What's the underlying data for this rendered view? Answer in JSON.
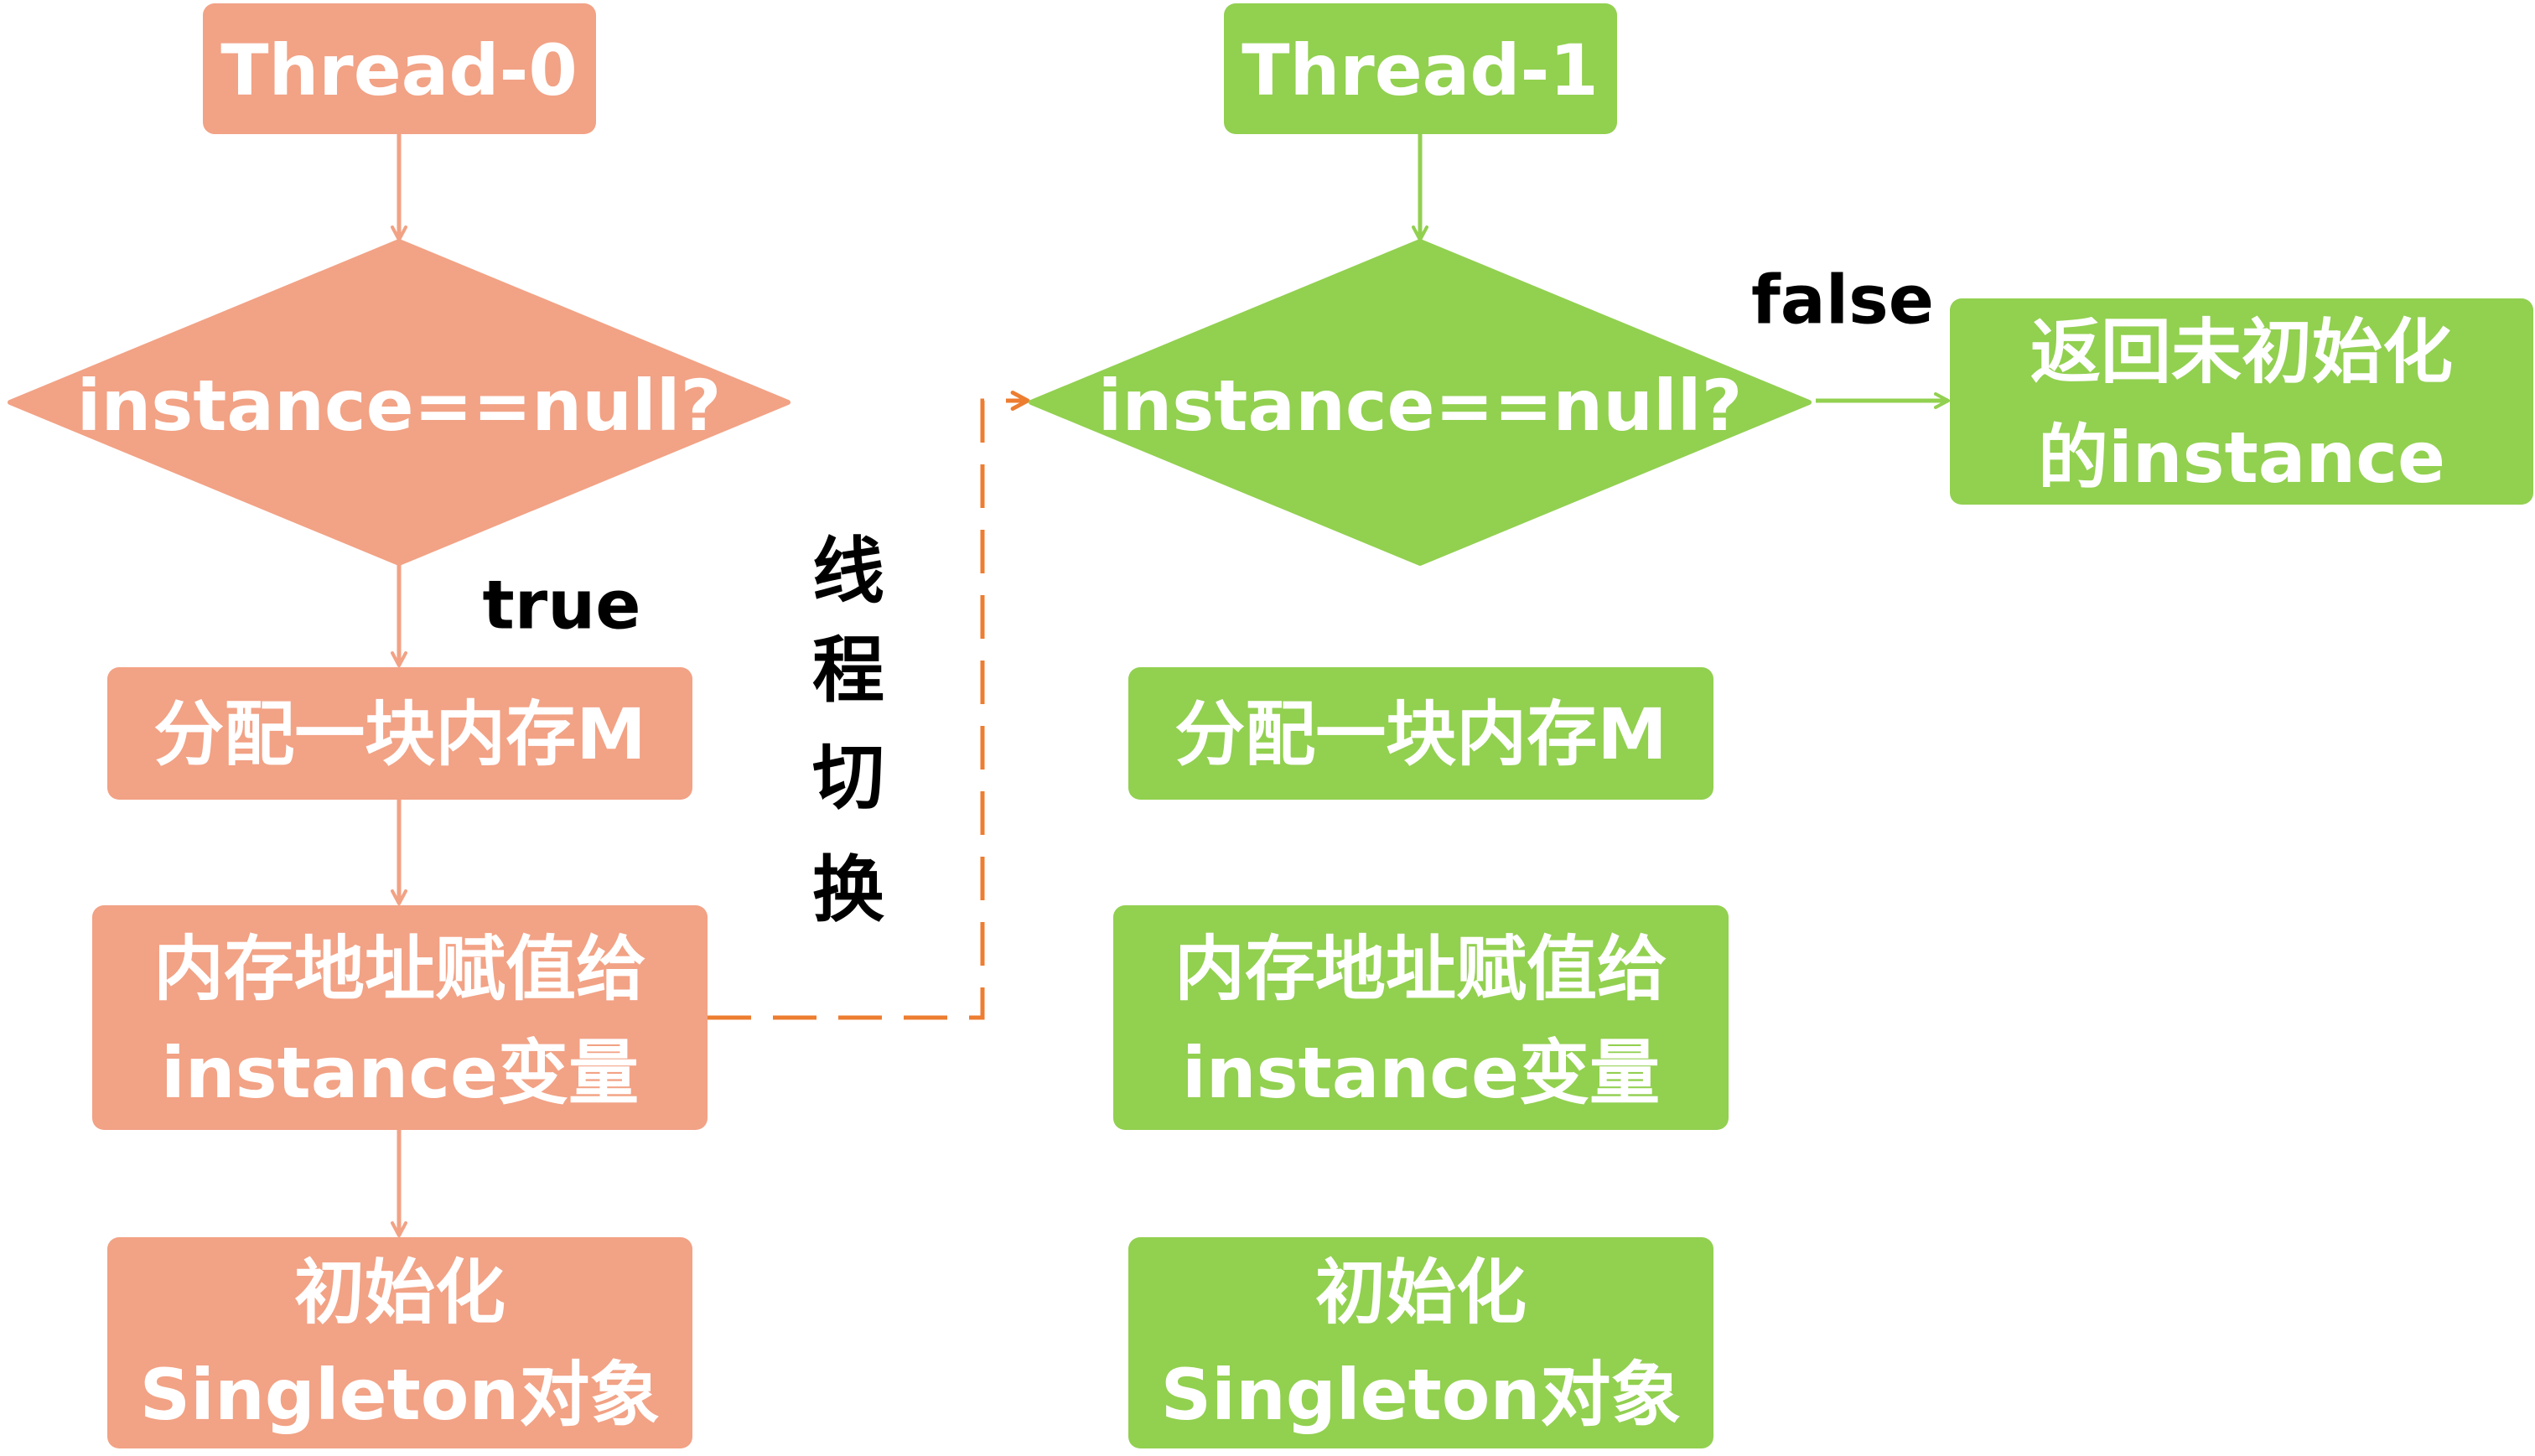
{
  "colors": {
    "thread0": "#f2a285",
    "thread1": "#92d050",
    "switch_line": "#ed7d31",
    "text_on_node": "#ffffff",
    "label": "#000000"
  },
  "thread0": {
    "title": "Thread-0",
    "check": "instance==null?",
    "alloc": "分配一块内存M",
    "assign": [
      "内存地址赋值给",
      "instance变量"
    ],
    "init": [
      "初始化",
      "Singleton对象"
    ]
  },
  "thread1": {
    "title": "Thread-1",
    "check": "instance==null?",
    "result": [
      "返回未初始化",
      "的instance"
    ],
    "alloc": "分配一块内存M",
    "assign": [
      "内存地址赋值给",
      "instance变量"
    ],
    "init": [
      "初始化",
      "Singleton对象"
    ]
  },
  "labels": {
    "true": "true",
    "false": "false",
    "switch": [
      "线",
      "程",
      "切",
      "换"
    ]
  }
}
